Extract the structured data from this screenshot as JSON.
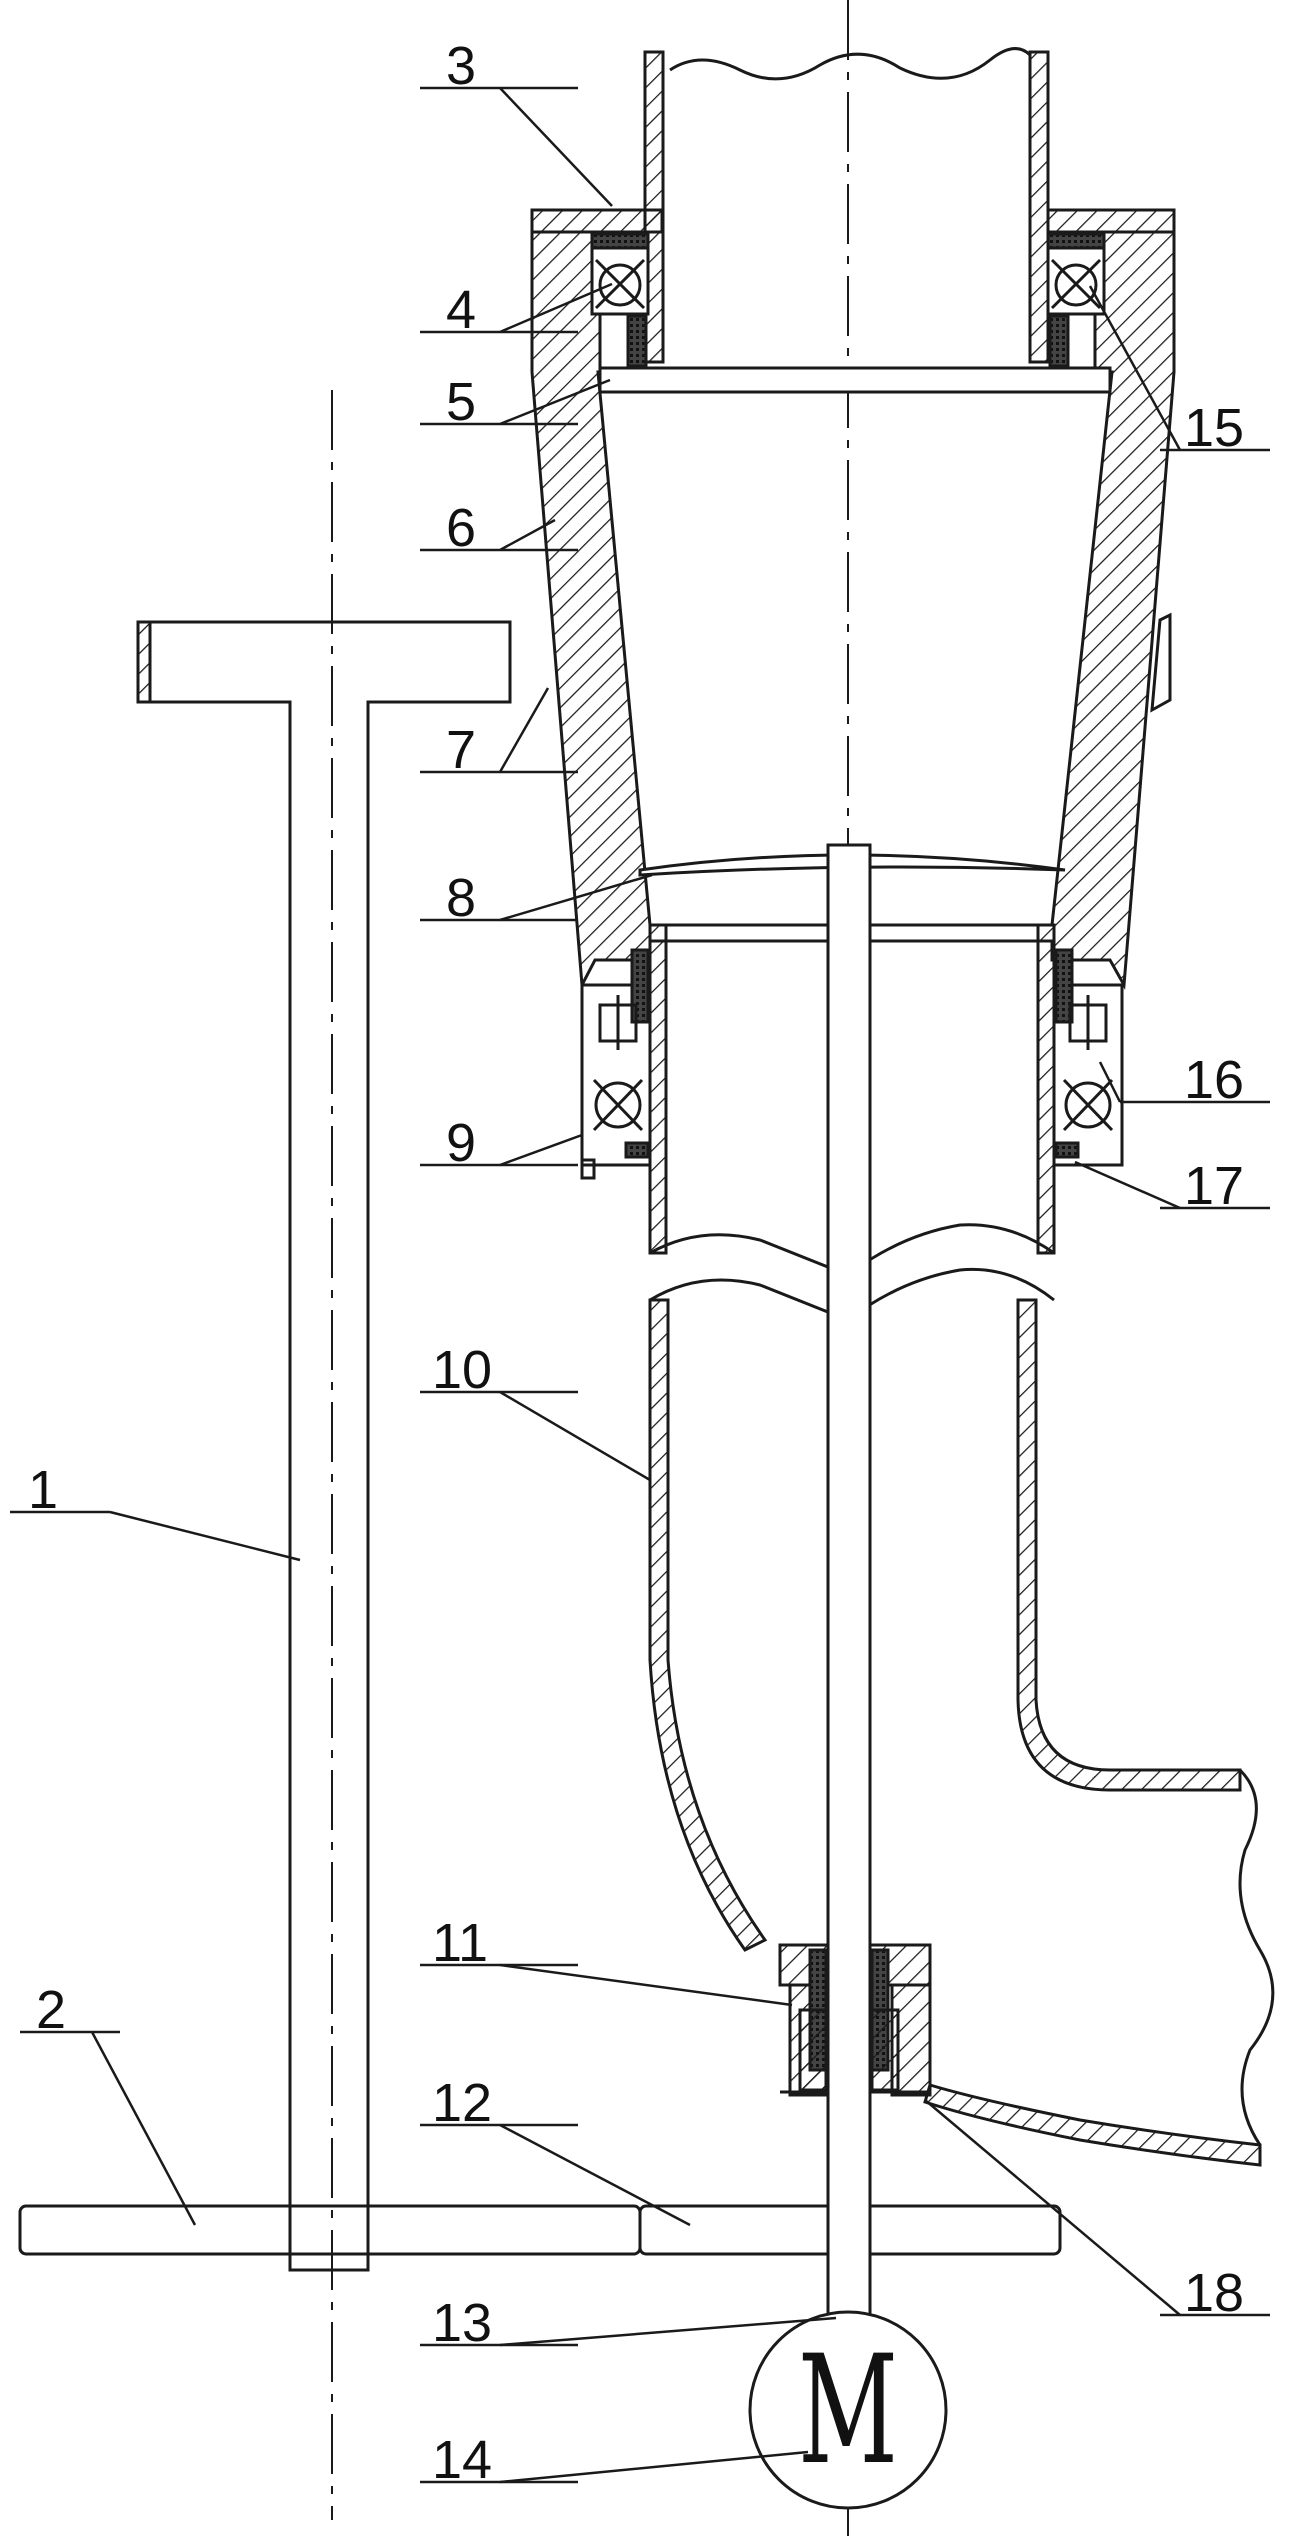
{
  "diagram": {
    "stroke_color": "#1a1a1a",
    "background": "#ffffff",
    "motor_symbol": "M",
    "labels": [
      {
        "id": "1",
        "text": "1"
      },
      {
        "id": "2",
        "text": "2"
      },
      {
        "id": "3",
        "text": "3"
      },
      {
        "id": "4",
        "text": "4"
      },
      {
        "id": "5",
        "text": "5"
      },
      {
        "id": "6",
        "text": "6"
      },
      {
        "id": "7",
        "text": "7"
      },
      {
        "id": "8",
        "text": "8"
      },
      {
        "id": "9",
        "text": "9"
      },
      {
        "id": "10",
        "text": "10"
      },
      {
        "id": "11",
        "text": "11"
      },
      {
        "id": "12",
        "text": "12"
      },
      {
        "id": "13",
        "text": "13"
      },
      {
        "id": "14",
        "text": "14"
      },
      {
        "id": "15",
        "text": "15"
      },
      {
        "id": "16",
        "text": "16"
      },
      {
        "id": "17",
        "text": "17"
      },
      {
        "id": "18",
        "text": "18"
      }
    ]
  }
}
